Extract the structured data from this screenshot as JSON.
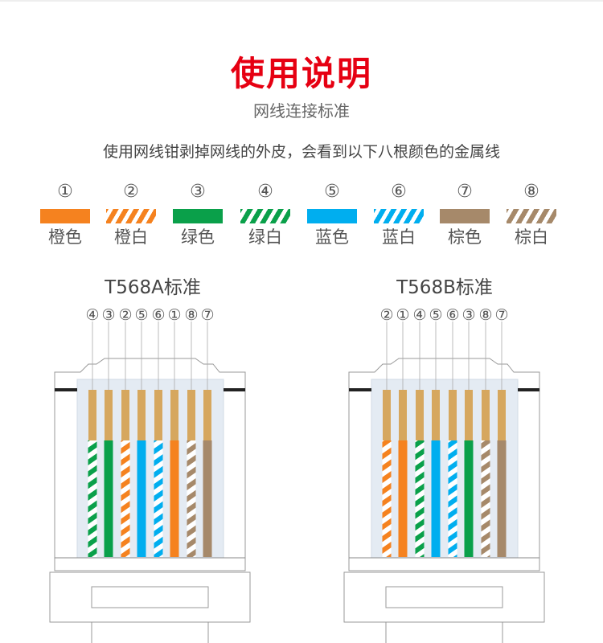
{
  "title": "使用说明",
  "subtitle": "网线连接标准",
  "description": "使用网线钳剥掉网线的外皮，会看到以下八根颜色的金属线",
  "colors": {
    "orange": "#f5821f",
    "green": "#0aa04a",
    "blue": "#00aeef",
    "brown": "#a6896a",
    "gold": "#d6a75e",
    "red": "#e60012"
  },
  "legend": [
    {
      "num": "①",
      "label": "橙色",
      "color": "orange",
      "striped": false
    },
    {
      "num": "②",
      "label": "橙白",
      "color": "orange",
      "striped": true
    },
    {
      "num": "③",
      "label": "绿色",
      "color": "green",
      "striped": false
    },
    {
      "num": "④",
      "label": "绿白",
      "color": "green",
      "striped": true
    },
    {
      "num": "⑤",
      "label": "蓝色",
      "color": "blue",
      "striped": false
    },
    {
      "num": "⑥",
      "label": "蓝白",
      "color": "blue",
      "striped": true
    },
    {
      "num": "⑦",
      "label": "棕色",
      "color": "brown",
      "striped": false
    },
    {
      "num": "⑧",
      "label": "棕白",
      "color": "brown",
      "striped": true
    }
  ],
  "standards": [
    {
      "name": "T568A标准",
      "order": [
        "④",
        "③",
        "②",
        "⑤",
        "⑥",
        "①",
        "⑧",
        "⑦"
      ],
      "wires": [
        3,
        2,
        1,
        4,
        5,
        0,
        7,
        6
      ]
    },
    {
      "name": "T568B标准",
      "order": [
        "②",
        "①",
        "④",
        "⑤",
        "⑥",
        "③",
        "⑧",
        "⑦"
      ],
      "wires": [
        1,
        0,
        3,
        4,
        5,
        2,
        7,
        6
      ]
    }
  ]
}
